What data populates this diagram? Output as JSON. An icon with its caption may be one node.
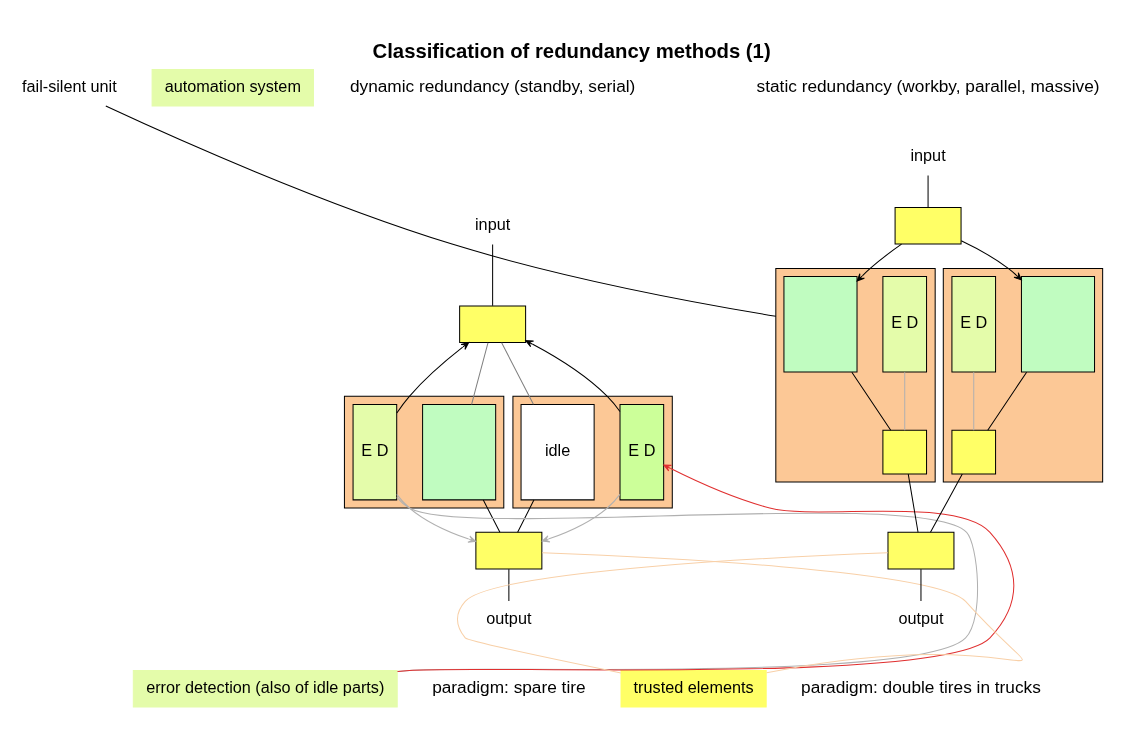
{
  "diagram": {
    "title": "Classification of redundancy methods (1)",
    "nodes": [
      {
        "text": [
          "input"
        ]
      },
      {
        "text": [],
        "shape": "box"
      },
      {
        "text": [],
        "shape": "box"
      },
      {
        "text": [
          "E D"
        ],
        "in": 2
      },
      {
        "text": [],
        "shape": "box",
        "in": 2
      },
      {
        "text": [],
        "shape": "box"
      },
      {
        "text": [
          "idle"
        ],
        "in": 5
      },
      {
        "text": [
          "E D"
        ],
        "in": 5
      },
      {
        "text": [],
        "shape": "box"
      },
      {
        "text": [
          "output"
        ]
      },
      {
        "text": [
          "automation system"
        ]
      },
      {
        "text": [
          "error detection (also of idle parts)"
        ]
      },
      {
        "text": [
          "trusted elements"
        ]
      },
      {
        "text": [
          "input"
        ]
      },
      {
        "text": [],
        "shape": "box"
      },
      {
        "text": [],
        "shape": "box"
      },
      {
        "text": [
          "E D"
        ],
        "in": 15
      },
      {
        "text": [],
        "shape": "box",
        "in": 15
      },
      {
        "text": [],
        "shape": "box",
        "in": 15
      },
      {
        "text": [],
        "shape": "box"
      },
      {
        "text": [],
        "shape": "box",
        "in": 19
      },
      {
        "text": [
          "E D"
        ],
        "in": 19
      },
      {
        "text": [],
        "shape": "box",
        "in": 19
      },
      {
        "text": [],
        "shape": "box"
      },
      {
        "text": [
          "output"
        ]
      },
      {
        "text": [
          "fail-silent unit"
        ]
      }
    ],
    "edges": [
      {
        "from": 0,
        "to": 1,
        "arrow": "none"
      },
      {
        "from": 3,
        "to": 1,
        "arrow": "to"
      },
      {
        "from": 7,
        "to": 1,
        "arrow": "to"
      },
      {
        "from": 1,
        "to": 4,
        "arrow": "none",
        "color": "#808080"
      },
      {
        "from": 1,
        "to": 6,
        "arrow": "none",
        "color": "#808080"
      },
      {
        "from": 4,
        "to": 8,
        "arrow": "none"
      },
      {
        "from": 6,
        "to": 8,
        "arrow": "none"
      },
      {
        "from": 3,
        "to": 8,
        "arrow": "to",
        "color": "#b0b0b0"
      },
      {
        "from": 7,
        "to": 8,
        "arrow": "to",
        "color": "#b0b0b0"
      },
      {
        "from": 8,
        "to": 9,
        "arrow": "none"
      },
      {
        "from": 11,
        "to": 3,
        "arrow": "none",
        "color": "#b0b0b0"
      },
      {
        "from": 11,
        "to": 7,
        "arrow": "to",
        "color": "#e03030"
      },
      {
        "from": 12,
        "to": 8,
        "arrow": "none",
        "color": "#f8d0a8"
      },
      {
        "from": 12,
        "to": 23,
        "arrow": "none",
        "color": "#f8d0a8"
      },
      {
        "from": 13,
        "to": 14,
        "arrow": "none"
      },
      {
        "from": 14,
        "to": 17,
        "arrow": "to"
      },
      {
        "from": 14,
        "to": 20,
        "arrow": "to"
      },
      {
        "from": 17,
        "to": 18,
        "arrow": "none"
      },
      {
        "from": 16,
        "to": 18,
        "arrow": "none",
        "color": "#b0b0b0"
      },
      {
        "from": 20,
        "to": 22,
        "arrow": "none"
      },
      {
        "from": 21,
        "to": 22,
        "arrow": "none",
        "color": "#b0b0b0"
      },
      {
        "from": 18,
        "to": 23,
        "arrow": "none"
      },
      {
        "from": 22,
        "to": 23,
        "arrow": "none"
      },
      {
        "from": 23,
        "to": 24,
        "arrow": "none"
      },
      {
        "from": 25,
        "to": 19,
        "arrow": "none"
      }
    ],
    "labels": [
      "dynamic redundancy (standby, serial)",
      "static redundancy (workby, parallel, massive)",
      "paradigm: spare tire",
      "paradigm: double tires in trucks"
    ]
  }
}
